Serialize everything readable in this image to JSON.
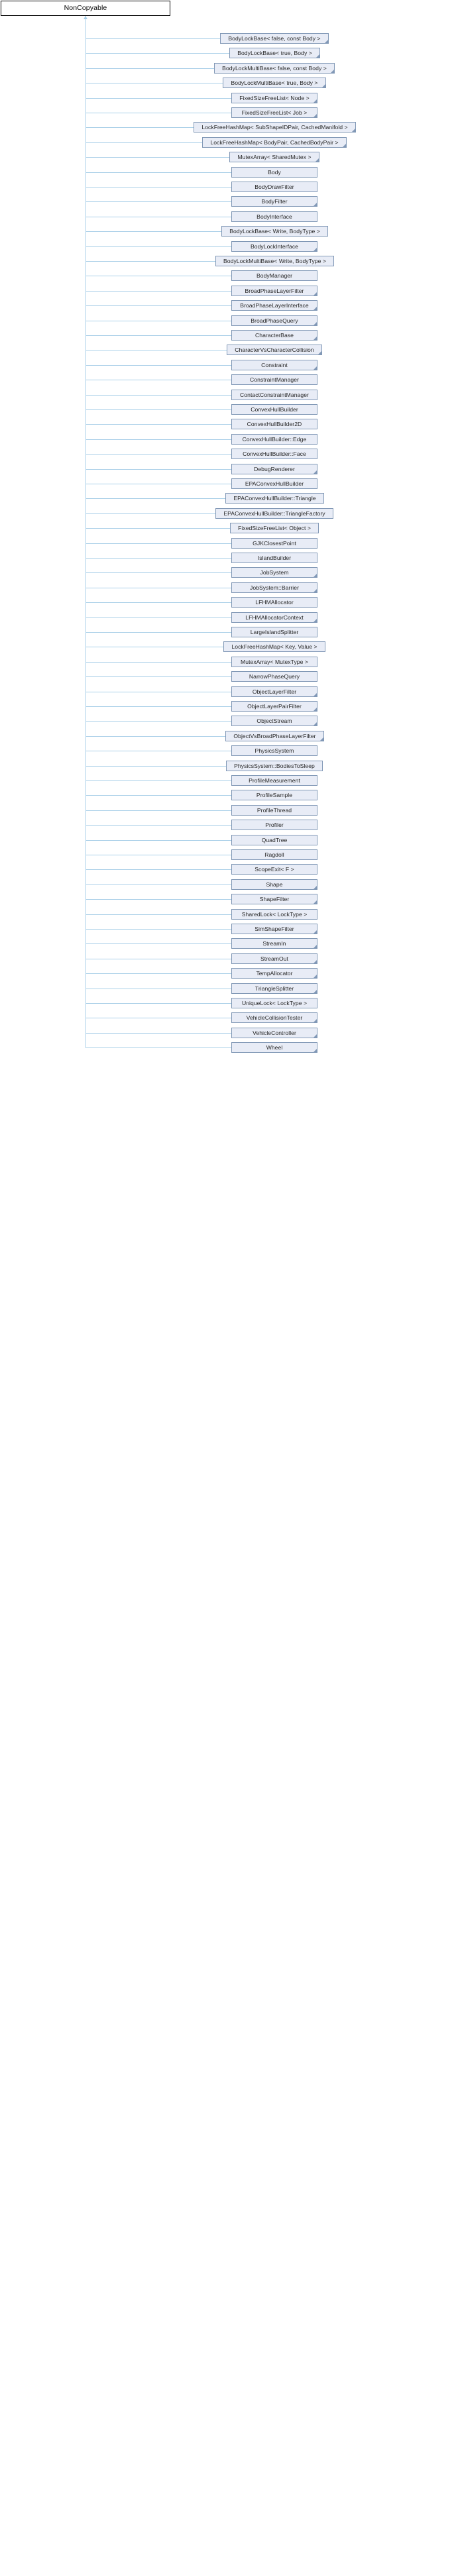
{
  "graph": {
    "title": "NonCopyable",
    "type": "inheritance-graph",
    "direction": "top-down",
    "colors": {
      "root_border": "#000000",
      "root_fill": "#ffffff",
      "node_border": "#8198b6",
      "node_fill": "#e8ecf6",
      "edge": "#a9cfe8",
      "text": "#252525"
    },
    "root": {
      "label": "NonCopyable"
    },
    "derived": [
      {
        "label": "BodyLockBase< false, const Body >",
        "template": true
      },
      {
        "label": "BodyLockBase< true, Body >",
        "template": true
      },
      {
        "label": "BodyLockMultiBase< false, const Body >",
        "template": true
      },
      {
        "label": "BodyLockMultiBase< true, Body >",
        "template": true
      },
      {
        "label": "FixedSizeFreeList< Node >",
        "template": true
      },
      {
        "label": "FixedSizeFreeList< Job >",
        "template": true
      },
      {
        "label": "LockFreeHashMap< SubShapeIDPair, CachedManifold >",
        "template": true
      },
      {
        "label": "LockFreeHashMap< BodyPair, CachedBodyPair >",
        "template": true
      },
      {
        "label": "MutexArray< SharedMutex >",
        "template": true
      },
      {
        "label": "Body",
        "template": false
      },
      {
        "label": "BodyDrawFilter",
        "template": false
      },
      {
        "label": "BodyFilter",
        "template": true
      },
      {
        "label": "BodyInterface",
        "template": false
      },
      {
        "label": "BodyLockBase< Write, BodyType >",
        "template": false
      },
      {
        "label": "BodyLockInterface",
        "template": true
      },
      {
        "label": "BodyLockMultiBase< Write, BodyType >",
        "template": false
      },
      {
        "label": "BodyManager",
        "template": false
      },
      {
        "label": "BroadPhaseLayerFilter",
        "template": true
      },
      {
        "label": "BroadPhaseLayerInterface",
        "template": true
      },
      {
        "label": "BroadPhaseQuery",
        "template": true
      },
      {
        "label": "CharacterBase",
        "template": true
      },
      {
        "label": "CharacterVsCharacterCollision",
        "template": true
      },
      {
        "label": "Constraint",
        "template": true
      },
      {
        "label": "ConstraintManager",
        "template": false
      },
      {
        "label": "ContactConstraintManager",
        "template": false
      },
      {
        "label": "ConvexHullBuilder",
        "template": false
      },
      {
        "label": "ConvexHullBuilder2D",
        "template": false
      },
      {
        "label": "ConvexHullBuilder::Edge",
        "template": false
      },
      {
        "label": "ConvexHullBuilder::Face",
        "template": false
      },
      {
        "label": "DebugRenderer",
        "template": true
      },
      {
        "label": "EPAConvexHullBuilder",
        "template": false
      },
      {
        "label": "EPAConvexHullBuilder::Triangle",
        "template": false
      },
      {
        "label": "EPAConvexHullBuilder::TriangleFactory",
        "template": false
      },
      {
        "label": "FixedSizeFreeList< Object >",
        "template": false
      },
      {
        "label": "GJKClosestPoint",
        "template": false
      },
      {
        "label": "IslandBuilder",
        "template": false
      },
      {
        "label": "JobSystem",
        "template": true
      },
      {
        "label": "JobSystem::Barrier",
        "template": true
      },
      {
        "label": "LFHMAllocator",
        "template": false
      },
      {
        "label": "LFHMAllocatorContext",
        "template": true
      },
      {
        "label": "LargeIslandSplitter",
        "template": false
      },
      {
        "label": "LockFreeHashMap< Key, Value >",
        "template": false
      },
      {
        "label": "MutexArray< MutexType >",
        "template": false
      },
      {
        "label": "NarrowPhaseQuery",
        "template": false
      },
      {
        "label": "ObjectLayerFilter",
        "template": true
      },
      {
        "label": "ObjectLayerPairFilter",
        "template": true
      },
      {
        "label": "ObjectStream",
        "template": true
      },
      {
        "label": "ObjectVsBroadPhaseLayerFilter",
        "template": true
      },
      {
        "label": "PhysicsSystem",
        "template": false
      },
      {
        "label": "PhysicsSystem::BodiesToSleep",
        "template": false
      },
      {
        "label": "ProfileMeasurement",
        "template": false
      },
      {
        "label": "ProfileSample",
        "template": false
      },
      {
        "label": "ProfileThread",
        "template": false
      },
      {
        "label": "Profiler",
        "template": false
      },
      {
        "label": "QuadTree",
        "template": false
      },
      {
        "label": "Ragdoll",
        "template": false
      },
      {
        "label": "ScopeExit< F >",
        "template": false
      },
      {
        "label": "Shape",
        "template": true
      },
      {
        "label": "ShapeFilter",
        "template": true
      },
      {
        "label": "SharedLock< LockType >",
        "template": false
      },
      {
        "label": "SimShapeFilter",
        "template": true
      },
      {
        "label": "StreamIn",
        "template": true
      },
      {
        "label": "StreamOut",
        "template": true
      },
      {
        "label": "TempAllocator",
        "template": true
      },
      {
        "label": "TriangleSplitter",
        "template": true
      },
      {
        "label": "UniqueLock< LockType >",
        "template": false
      },
      {
        "label": "VehicleCollisionTester",
        "template": true
      },
      {
        "label": "VehicleController",
        "template": true
      },
      {
        "label": "Wheel",
        "template": true
      }
    ]
  }
}
